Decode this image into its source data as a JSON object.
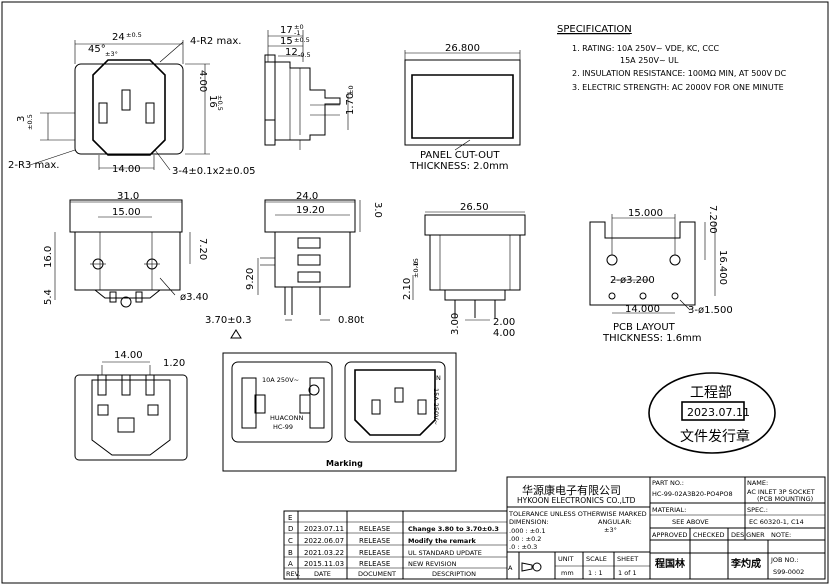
{
  "spec": {
    "title": "SPECIFICATION",
    "lines": [
      "1. RATING: 10A 250V~ VDE, KC, CCC",
      "15A 250V~ UL",
      "2. INSULATION RESISTANCE: 100MΩ MIN, AT 500V DC",
      "3. ELECTRIC STRENGTH: AC 2000V FOR ONE MINUTE"
    ]
  },
  "view1": {
    "dims": [
      "24",
      "±0.5",
      "45°",
      "±3°",
      "4-R2 max.",
      "4.00",
      "16",
      "±0.5",
      "3",
      "±0.5",
      "2-R3 max.",
      "14.00",
      "3-4±0.1x2±0.05"
    ]
  },
  "view2": {
    "dims": [
      "17",
      "±0",
      "-1",
      "15",
      "±0.5",
      "12",
      "-0.5",
      "1.70",
      "±0"
    ]
  },
  "panel": {
    "width": "26.800",
    "label1": "PANEL CUT-OUT",
    "label2": "THICKNESS: 2.0mm"
  },
  "front": {
    "dims": [
      "31.0",
      "15.00",
      "16.0",
      "7.20",
      "5.4",
      "ø3.40"
    ]
  },
  "side": {
    "dims": [
      "24.0",
      "19.20",
      "3.0",
      "9.20",
      "3.70±0.3",
      "0.80t"
    ]
  },
  "rear": {
    "dims": [
      "26.50",
      "2.10",
      "±0.15",
      "-0",
      "2.00",
      "3.00",
      "4.00"
    ]
  },
  "pcb": {
    "dims": [
      "15.000",
      "7.200",
      "2-ø3.200",
      "16.400",
      "14.000",
      "3-ø1.500"
    ],
    "label1": "PCB LAYOUT",
    "label2": "THICKNESS: 1.6mm"
  },
  "bottom_view": {
    "dims": [
      "14.00",
      "1.20"
    ]
  },
  "marking": {
    "title": "Marking",
    "rating": "10A 250V~",
    "brand": "HUACONN",
    "model": "HC-99",
    "rear_letter": "N",
    "rear_rating": "15A 250V~"
  },
  "stamp": {
    "dept": "工程部",
    "date": "2023.07.11",
    "text": "文件发行章"
  },
  "title_block": {
    "company_cn": "华源康电子有限公司",
    "company_en": "HYKOON ELECTRONICS CO.,LTD",
    "tolerance_title": "TOLERANCE UNLESS OTHERWISE MARKED",
    "dimension_label": "DIMENSION:",
    "angular_label": "ANGULAR:",
    "angular_value": "±3°",
    "tol_lines": [
      ".000 : ±0.1",
      ".00  : ±0.2",
      ".0   : ±0.3"
    ],
    "part_no_label": "PART NO.:",
    "part_no": "HC-99-02A3B20-PO4PO8",
    "name_label": "NAME:",
    "name_line1": "AC INLET 3P SOCKET",
    "name_line2": "(PCB MOUNTING)",
    "material_label": "MATERIAL:",
    "material": "SEE ABOVE",
    "spec_label": "SPEC.:",
    "spec": "EC 60320-1, C14",
    "approved_label": "APPROVED",
    "checked_label": "CHECKED",
    "designer_label": "DESIGNER",
    "note_label": "NOTE:",
    "approver_sig": "程国林",
    "designer_sig": "李灼成",
    "unit_label": "UNIT",
    "unit": "mm",
    "scale_label": "SCALE",
    "scale": "1 : 1",
    "sheet_label": "SHEET",
    "sheet": "1 of 1",
    "job_label": "JOB NO.:",
    "job_no": "S99-0002",
    "size_label": "A"
  },
  "revisions": {
    "header": [
      "REV.",
      "DATE",
      "DOCUMENT",
      "DESCRIPTION"
    ],
    "rows": [
      {
        "rev": "E",
        "date": "",
        "doc": "",
        "desc": ""
      },
      {
        "rev": "D",
        "date": "2023.07.11",
        "doc": "RELEASE",
        "desc": "Change 3.80 to 3.70±0.3"
      },
      {
        "rev": "C",
        "date": "2022.06.07",
        "doc": "RELEASE",
        "desc": "Modify the remark"
      },
      {
        "rev": "B",
        "date": "2021.03.22",
        "doc": "RELEASE",
        "desc": "UL STANDARD UPDATE"
      },
      {
        "rev": "A",
        "date": "2015.11.03",
        "doc": "RELEASE",
        "desc": "NEW REVISION"
      }
    ]
  }
}
